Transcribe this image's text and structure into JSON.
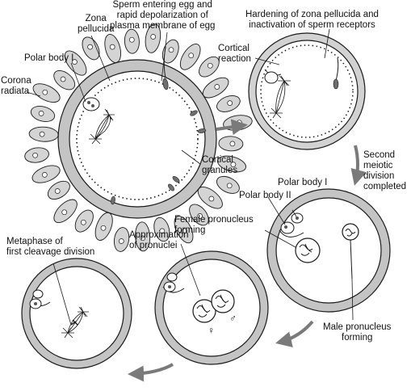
{
  "labels": {
    "sperm_entering": "Sperm entering egg and\nrapid depolarization of\nplasma membrane of egg",
    "zona_pellucida": "Zona\npellucida",
    "polar_body_1_top": "Polar body I",
    "corona_radiata": "Corona\nradiata",
    "hardening": "Hardening of zona pellucida and\ninactivation of sperm receptors",
    "cortical_reaction": "Cortical\nreaction",
    "cortical_granules": "Cortical\ngranules",
    "second_meiotic": "Second\nmeiotic\ndivision\ncompleted",
    "polar_body_1_mid": "Polar body I",
    "polar_body_2": "Polar body II",
    "female_pronucleus": "Female pronucleus\nforming",
    "male_pronucleus": "Male pronucleus\nforming",
    "approximation": "Approximation\nof pronuclei",
    "metaphase": "Metaphase of\nfirst cleavage division",
    "female_symbol": "♀",
    "male_symbol": "♂"
  },
  "colors": {
    "zona_fill": "#c4c4c4",
    "corona_fill": "#d4d4d4",
    "line": "#1a1a1a",
    "arrow": "#7a7a7a",
    "background": "#ffffff"
  }
}
